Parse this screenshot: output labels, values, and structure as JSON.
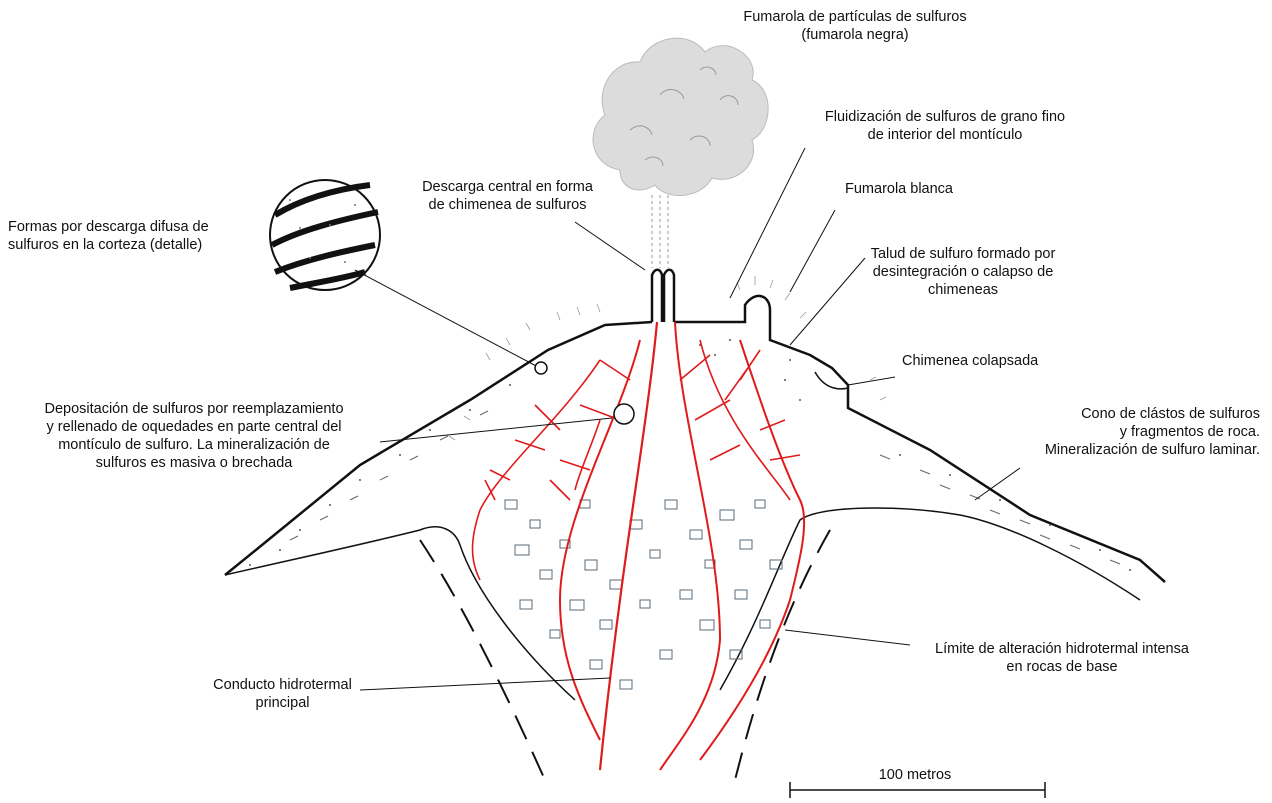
{
  "labels": {
    "fumarola_negra": [
      "Fumarola de partículas de sulfuros",
      "(fumarola negra)"
    ],
    "fluidizacion": [
      "Fluidización de sulfuros de grano fino",
      "de interior del montículo"
    ],
    "fumarola_blanca": [
      "Fumarola blanca"
    ],
    "descarga_central": [
      "Descarga central en forma",
      "de chimenea de sulfuros"
    ],
    "descarga_difusa": [
      "Formas por descarga difusa de",
      "sulfuros en la corteza (detalle)"
    ],
    "talud": [
      "Talud de sulfuro formado por",
      "desintegración o calapso de",
      "chimeneas"
    ],
    "chimenea_colapsada": [
      "Chimenea colapsada"
    ],
    "depositacion": [
      "Depositación de sulfuros por reemplazamiento",
      "y rellenado de oquedades en parte central del",
      "montículo de sulfuro. La  mineralización de",
      "sulfuros es masiva o brechada"
    ],
    "cono": [
      "Cono de clástos de sulfuros",
      "y fragmentos de roca.",
      "Mineralización de sulfuro laminar."
    ],
    "limite": [
      "Límite de alteración hidrotermal intensa",
      "en rocas de base"
    ],
    "conducto": [
      "Conducto hidrotermal",
      "principal"
    ],
    "scale": "100 metros"
  },
  "colors": {
    "conduit": "#e01b1b",
    "outline": "#111111",
    "smoke": "#dcdcdc",
    "clast": "#5a6a7a"
  }
}
